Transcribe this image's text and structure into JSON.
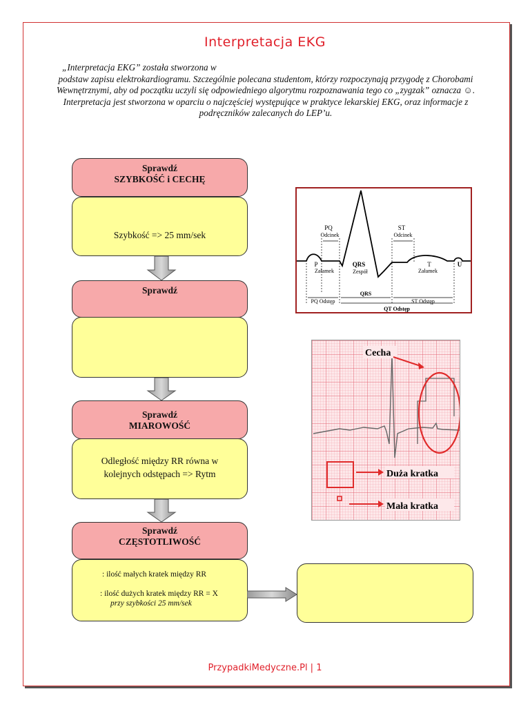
{
  "title": "Interpretacja EKG",
  "intro": {
    "first_line": "„Interpretacja EKG” została stworzona w",
    "rest": "podstaw zapisu elektrokardiogramu. Szczególnie polecana studentom, którzy rozpoczynają przygodę z Chorobami Wewnętrznymi, aby od początku uczyli się odpowiedniego algorytmu rozpoznawania tego co „zygzak” oznacza ☺. Interpretacja jest stworzona w oparciu o najczęściej występujące w praktyce lekarskiej EKG, oraz informacje z podręczników zalecanych do LEP’u."
  },
  "flow": {
    "step1": {
      "header_l1": "Sprawdź",
      "header_l2": "SZYBKOŚĆ i CECHĘ",
      "body": "Szybkość => 25 mm/sek"
    },
    "step2": {
      "header_l1": "Sprawdź",
      "header_l2": "",
      "body": ""
    },
    "step3": {
      "header_l1": "Sprawdź",
      "header_l2": "MIAROWOŚĆ",
      "body_l1": "Odległość między RR równa w",
      "body_l2": "kolejnych odstępach => Rytm"
    },
    "step4": {
      "header_l1": "Sprawdź",
      "header_l2": "CZĘSTOTLIWOŚĆ",
      "body_l1": ": ilość małych kratek między RR",
      "body_l2": ": ilość dużych kratek między RR = X",
      "body_l3": "przy szybkości 25 mm/sek"
    },
    "result_box": ""
  },
  "ekg_diagram": {
    "pq_segment": "PQ",
    "pq_segment_sub": "Odcinek",
    "st_segment": "ST",
    "st_segment_sub": "Odcinek",
    "p_wave": "P",
    "p_wave_sub": "Załamek",
    "qrs": "QRS",
    "qrs_sub": "Zespół",
    "t_wave": "T",
    "t_wave_sub": "Załamek",
    "u_wave": "U",
    "pq_interval": "PQ Odstęp",
    "qrs_interval": "QRS",
    "st_interval": "ST Odstęp",
    "qt_interval": "QT Odstęp"
  },
  "grid_figure": {
    "cecha": "Cecha",
    "big_square": "Duża kratka",
    "small_square": "Mała kratka"
  },
  "footer": "PrzypadkiMedyczne.Pl | 1",
  "colors": {
    "accent": "#e0202a",
    "header_fill": "#f7a9aa",
    "body_fill": "#ffff99"
  }
}
